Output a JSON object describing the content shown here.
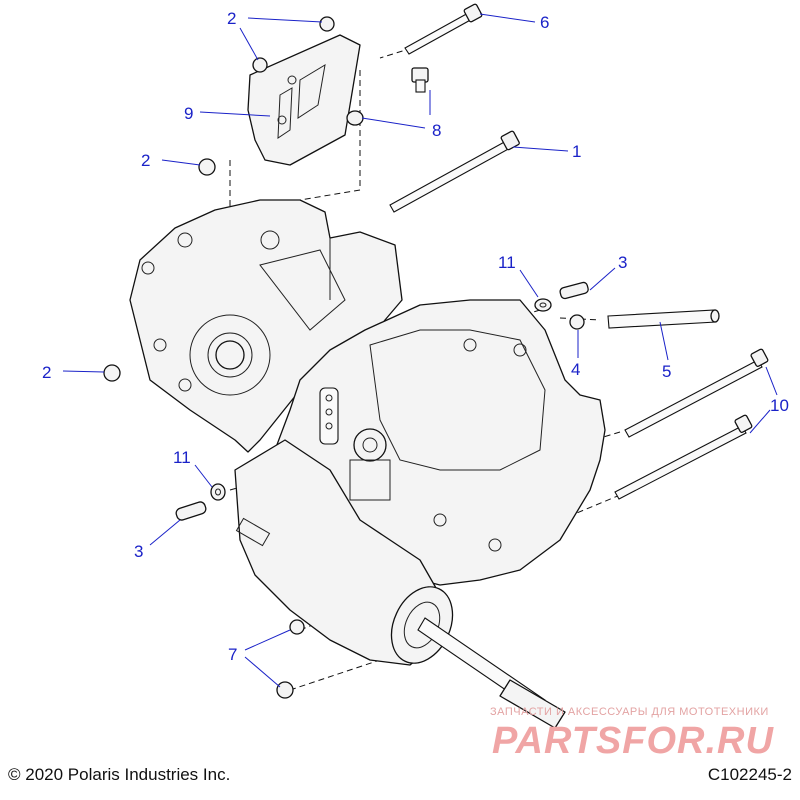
{
  "diagram": {
    "callouts": {
      "c1": "1",
      "c2a": "2",
      "c2b": "2",
      "c2c": "2",
      "c3a": "3",
      "c3b": "3",
      "c4": "4",
      "c5": "5",
      "c6": "6",
      "c7": "7",
      "c8": "8",
      "c9": "9",
      "c10": "10",
      "c11a": "11",
      "c11b": "11"
    },
    "callout_color": "#1a22c8"
  },
  "footer": {
    "copyright": "© 2020 Polaris Industries Inc.",
    "code": "C102245-2"
  },
  "watermark": {
    "tagline": "ЗАПЧАСТИ И АКСЕССУАРЫ ДЛЯ МОТОТЕХНИКИ",
    "logo": "PARTSFOR.RU",
    "color": "#f0a5a5"
  }
}
